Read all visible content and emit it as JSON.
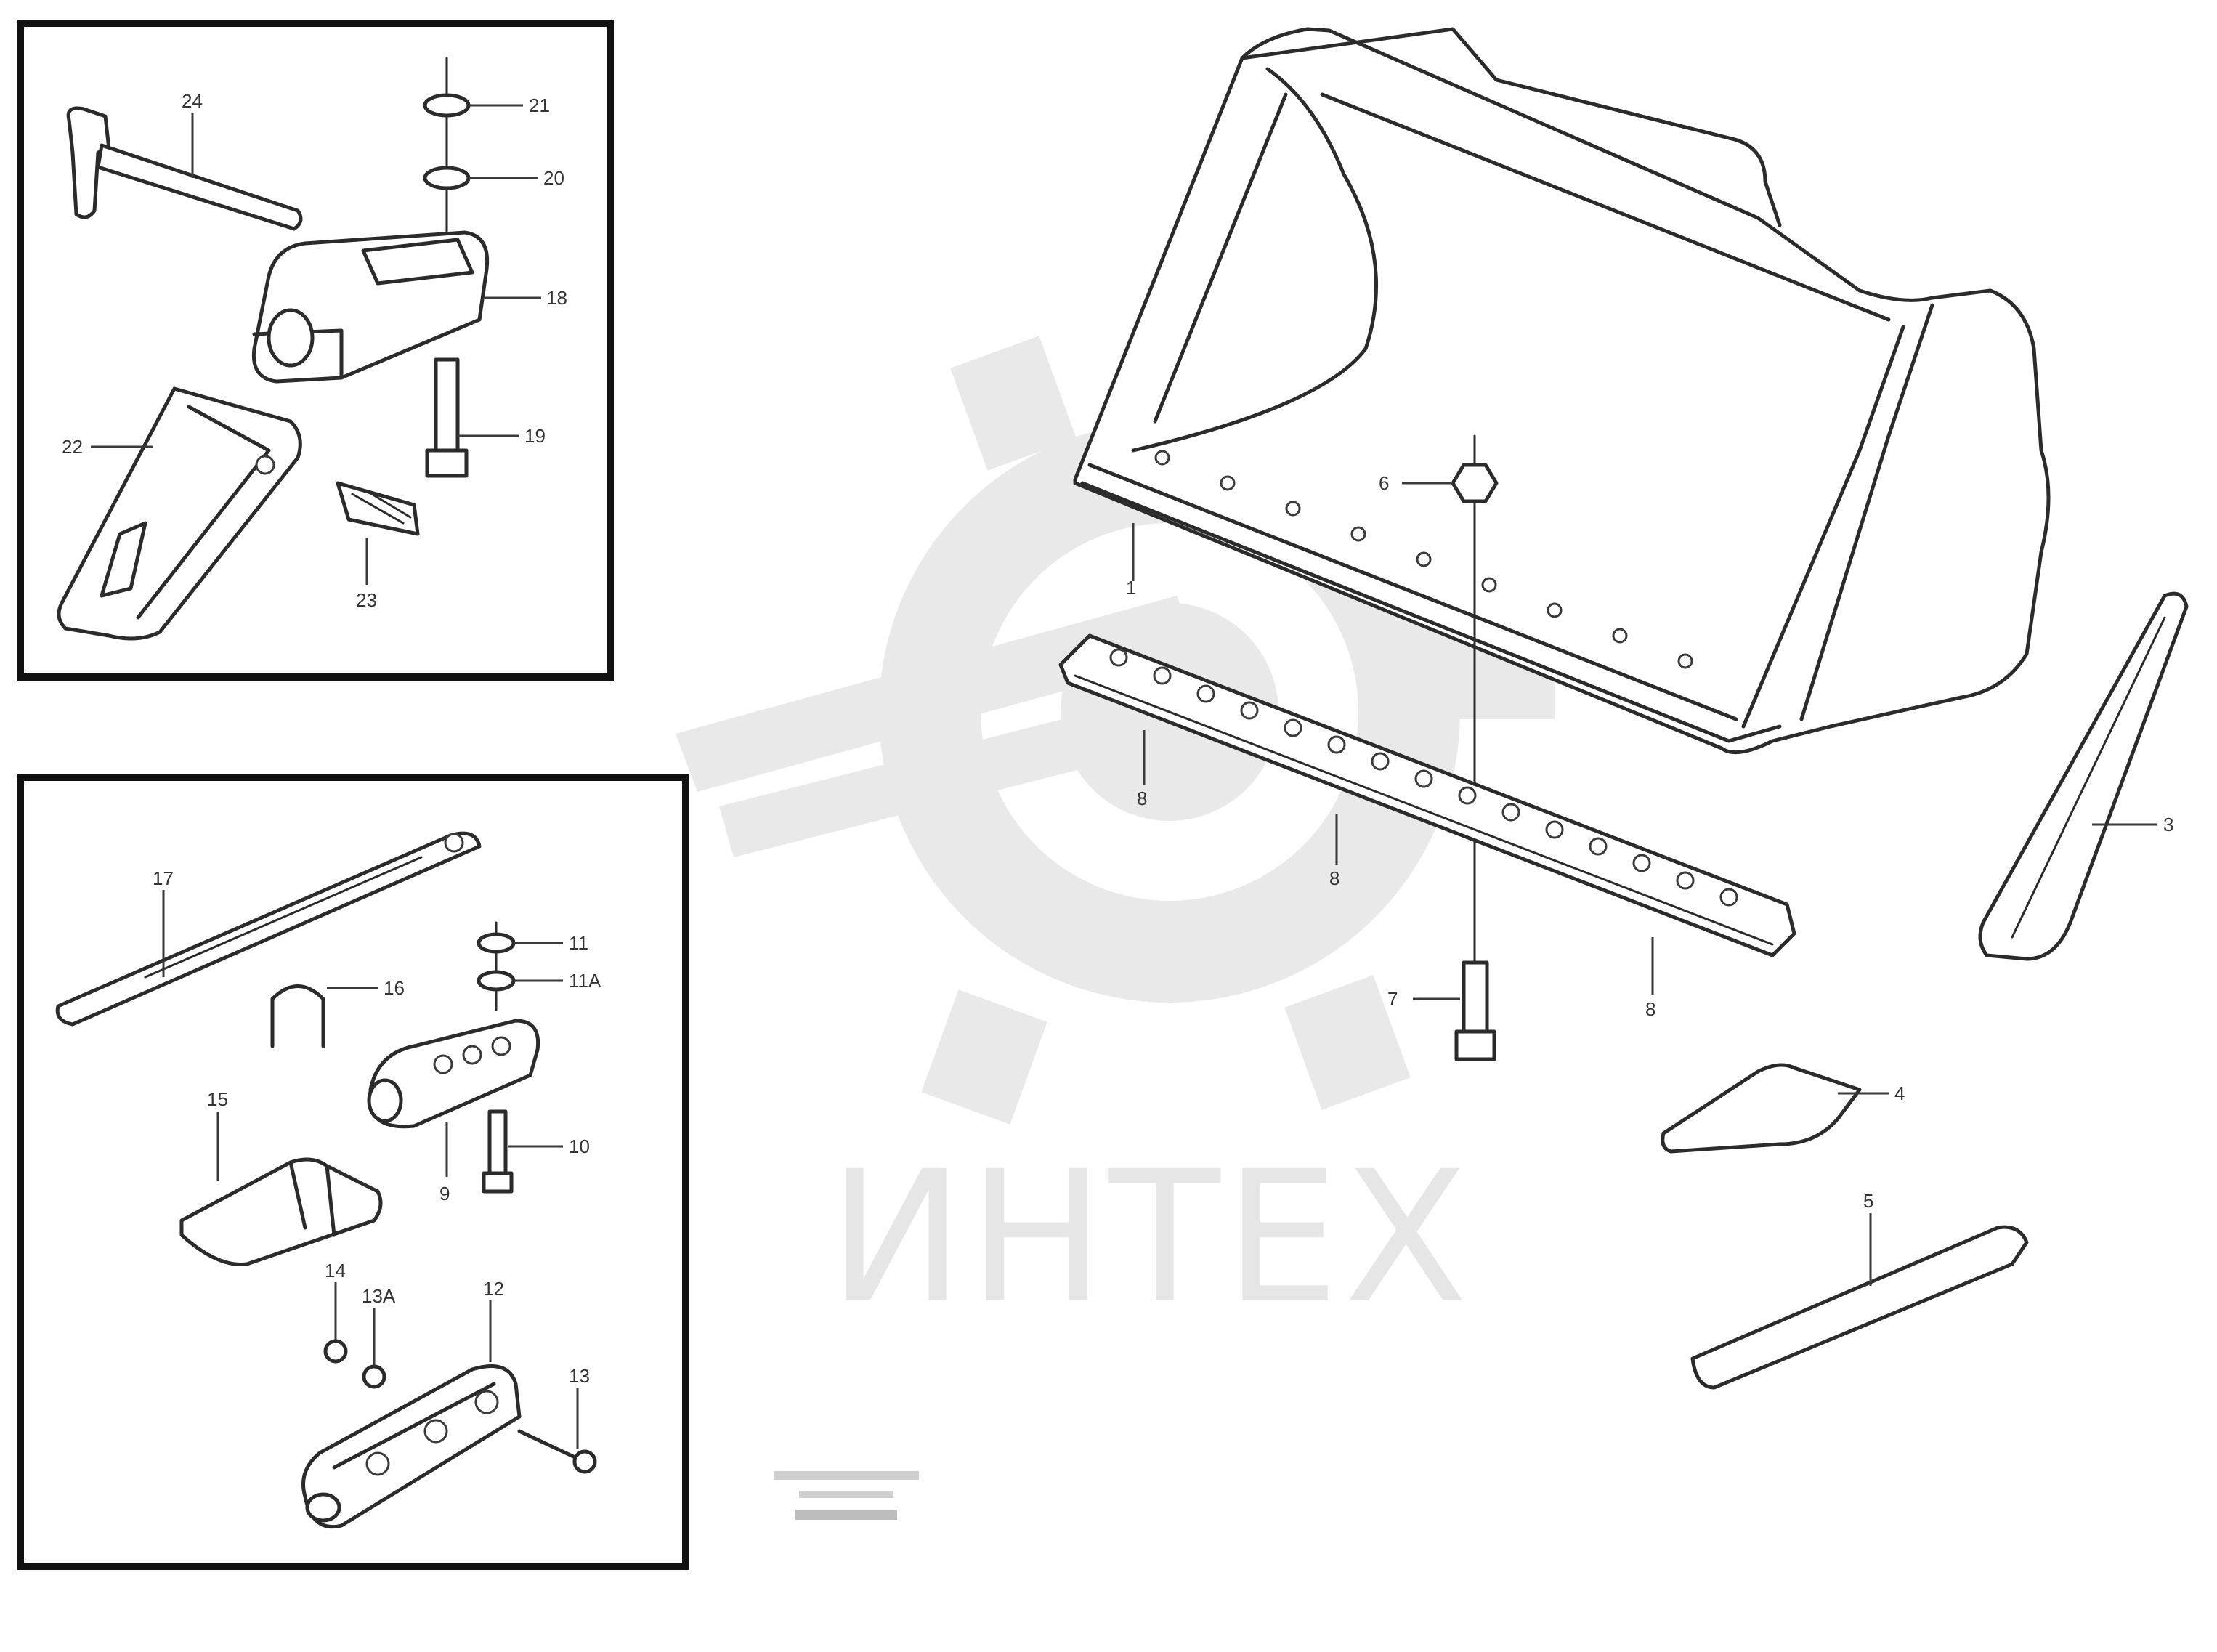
{
  "watermark": {
    "text": "ИНТЕХ",
    "color": "#e6e6e6"
  },
  "drawing_code": {
    "line1": "",
    "line2": "",
    "line3": ""
  },
  "labels": {
    "i1": {
      "l24": "24",
      "l21": "21",
      "l20": "20",
      "l18": "18",
      "l19": "19",
      "l22": "22",
      "l23": "23"
    },
    "i2": {
      "l17": "17",
      "l16": "16",
      "l11": "11",
      "l11a": "11A",
      "l15": "15",
      "l10": "10",
      "l9": "9",
      "l14": "14",
      "l13a": "13A",
      "l12": "12",
      "l13": "13"
    },
    "main": {
      "l1": "1",
      "l6": "6",
      "l8a": "8",
      "l8b": "8",
      "l8c": "8",
      "l7": "7",
      "l3": "3",
      "l4": "4",
      "l5": "5"
    }
  }
}
